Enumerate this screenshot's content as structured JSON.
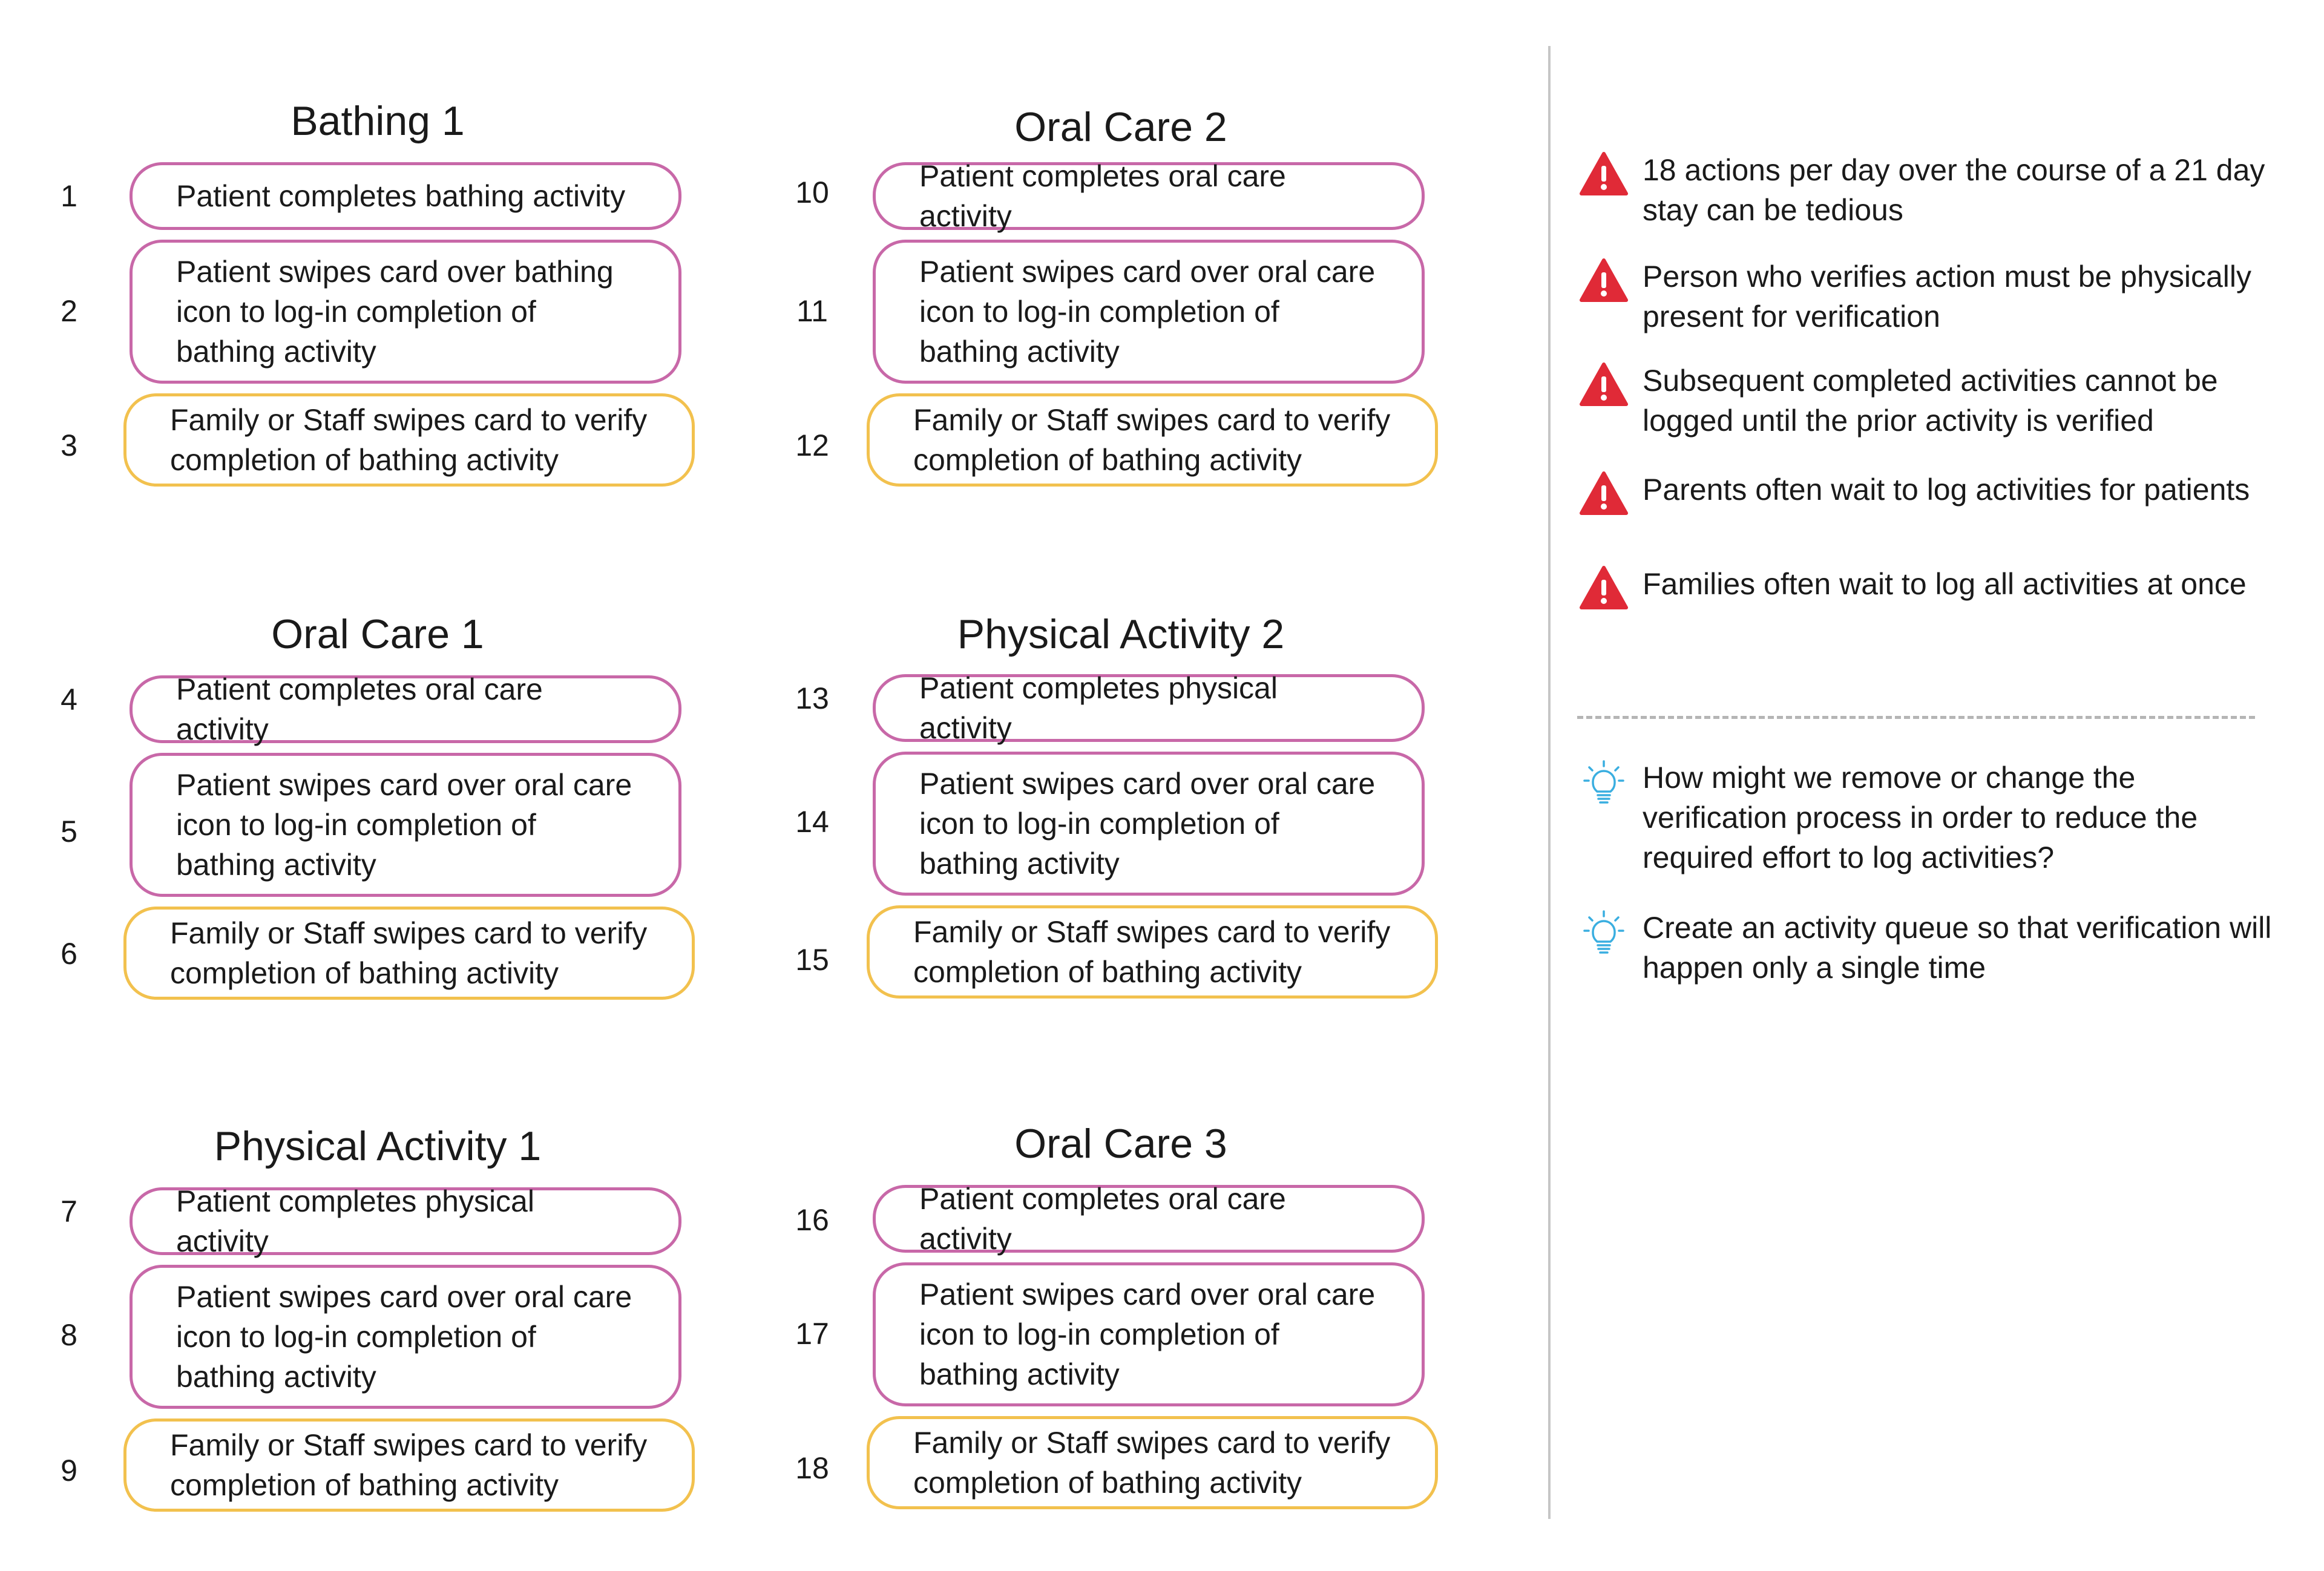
{
  "groups": [
    {
      "title": "Bathing 1",
      "steps": [
        {
          "num": "1",
          "text": "Patient completes bathing activity"
        },
        {
          "num": "2",
          "text": "Patient swipes card over bathing icon to log-in completion of bathing activity"
        },
        {
          "num": "3",
          "text": "Family or Staff swipes card to verify completion of bathing activity"
        }
      ]
    },
    {
      "title": "Oral Care 1",
      "steps": [
        {
          "num": "4",
          "text": "Patient completes oral care activity"
        },
        {
          "num": "5",
          "text": "Patient swipes card over oral care icon to log-in completion of bathing activity"
        },
        {
          "num": "6",
          "text": "Family or Staff swipes card to verify completion of bathing activity"
        }
      ]
    },
    {
      "title": "Physical Activity 1",
      "steps": [
        {
          "num": "7",
          "text": "Patient completes physical activity"
        },
        {
          "num": "8",
          "text": "Patient swipes card over oral care icon to log-in completion of bathing activity"
        },
        {
          "num": "9",
          "text": "Family or Staff swipes card to verify completion of bathing activity"
        }
      ]
    },
    {
      "title": "Oral Care 2",
      "steps": [
        {
          "num": "10",
          "text": "Patient completes oral care activity"
        },
        {
          "num": "11",
          "text": "Patient swipes card over oral care icon to log-in completion of bathing activity"
        },
        {
          "num": "12",
          "text": "Family or Staff swipes card to verify completion of bathing activity"
        }
      ]
    },
    {
      "title": "Physical Activity 2",
      "steps": [
        {
          "num": "13",
          "text": "Patient completes physical activity"
        },
        {
          "num": "14",
          "text": "Patient swipes card over oral care icon to log-in completion of bathing activity"
        },
        {
          "num": "15",
          "text": "Family or Staff swipes card to verify completion of bathing activity"
        }
      ]
    },
    {
      "title": "Oral Care 3",
      "steps": [
        {
          "num": "16",
          "text": "Patient completes oral care activity"
        },
        {
          "num": "17",
          "text": "Patient swipes card over oral care icon to log-in completion of bathing activity"
        },
        {
          "num": "18",
          "text": "Family or Staff swipes card to verify completion of bathing activity"
        }
      ]
    }
  ],
  "pain_points": [
    "18 actions per day over the course of a 21 day stay can be tedious",
    "Person who verifies action must be physically present for verification",
    "Subsequent completed activities cannot be logged until the prior activity is verified",
    "Parents often wait to log activities for patients",
    "Families often wait to log all activities at once"
  ],
  "ideas": [
    "How might we remove or change the verification process in order to reduce the required effort to log activities?",
    "Create an activity queue so that verification will happen only a single time"
  ],
  "colors": {
    "patient_border": "#c868a8",
    "verify_border": "#f2c14e",
    "warning_icon": "#e02a37",
    "idea_icon": "#3aaee0",
    "divider": "#c6c6c6"
  }
}
